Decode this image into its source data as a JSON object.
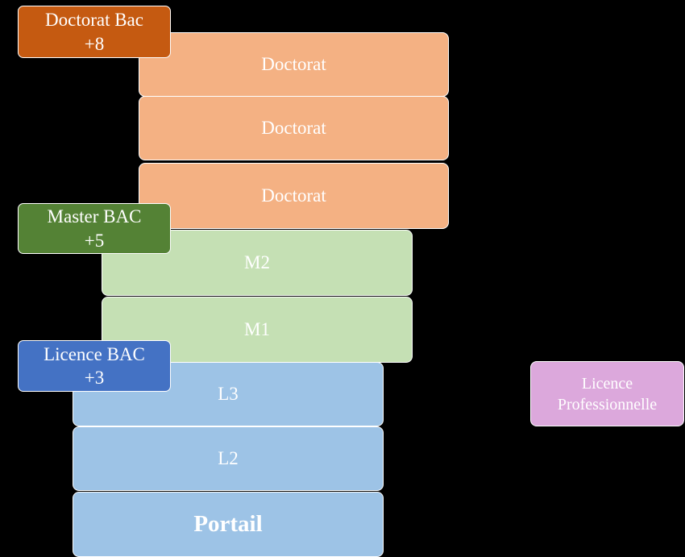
{
  "labels": {
    "doctorat": "Doctorat Bac\n+8",
    "master": "Master BAC\n+5",
    "licence": "Licence BAC\n+3"
  },
  "levels": {
    "doctorat_1": "Doctorat",
    "doctorat_2": "Doctorat",
    "doctorat_3": "Doctorat",
    "m2": "M2",
    "m1": "M1",
    "l3": "L3",
    "l2": "L2",
    "portail": "Portail"
  },
  "side": {
    "licence_pro": "Licence\nProfessionnelle"
  },
  "colors": {
    "background": "#000000",
    "doctorat_block": "#f4b183",
    "master_block": "#c5e0b4",
    "licence_block": "#9dc3e6",
    "licence_pro_block": "#dca8dc",
    "doctorat_label": "#c55a11",
    "master_label": "#548235",
    "licence_label": "#4472c4"
  }
}
